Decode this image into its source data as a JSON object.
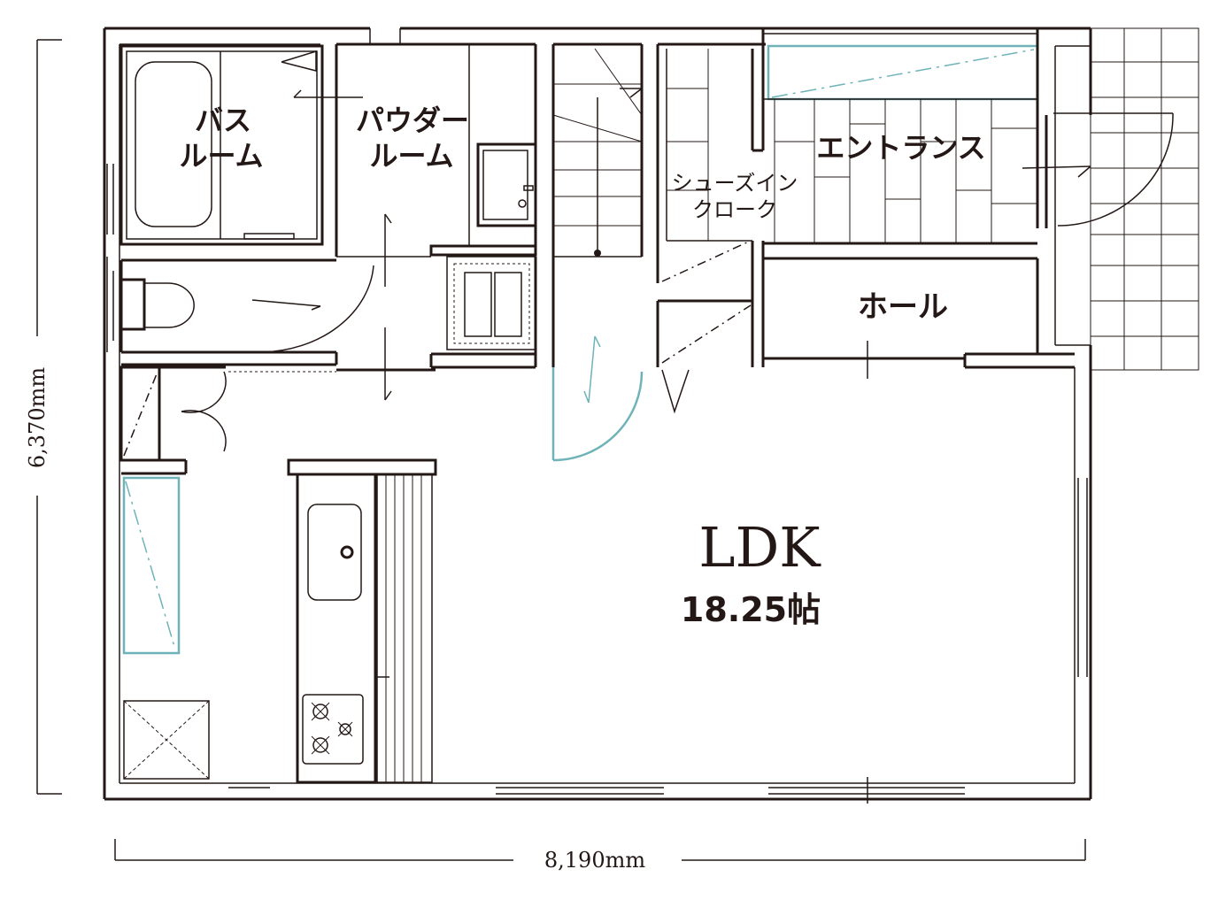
{
  "rooms": {
    "bath_line1": "バス",
    "bath_line2": "ルーム",
    "powder_line1": "パウダー",
    "powder_line2": "ルーム",
    "entrance": "エントランス",
    "shoe_line1": "シューズイン",
    "shoe_line2": "クローク",
    "hall": "ホール",
    "ldk": "LDK",
    "ldk_size": "18.25帖"
  },
  "dimensions": {
    "width": "8,190mm",
    "height": "6,370mm"
  },
  "colors": {
    "wall": "#231815",
    "accent": "#6fb3b8"
  }
}
